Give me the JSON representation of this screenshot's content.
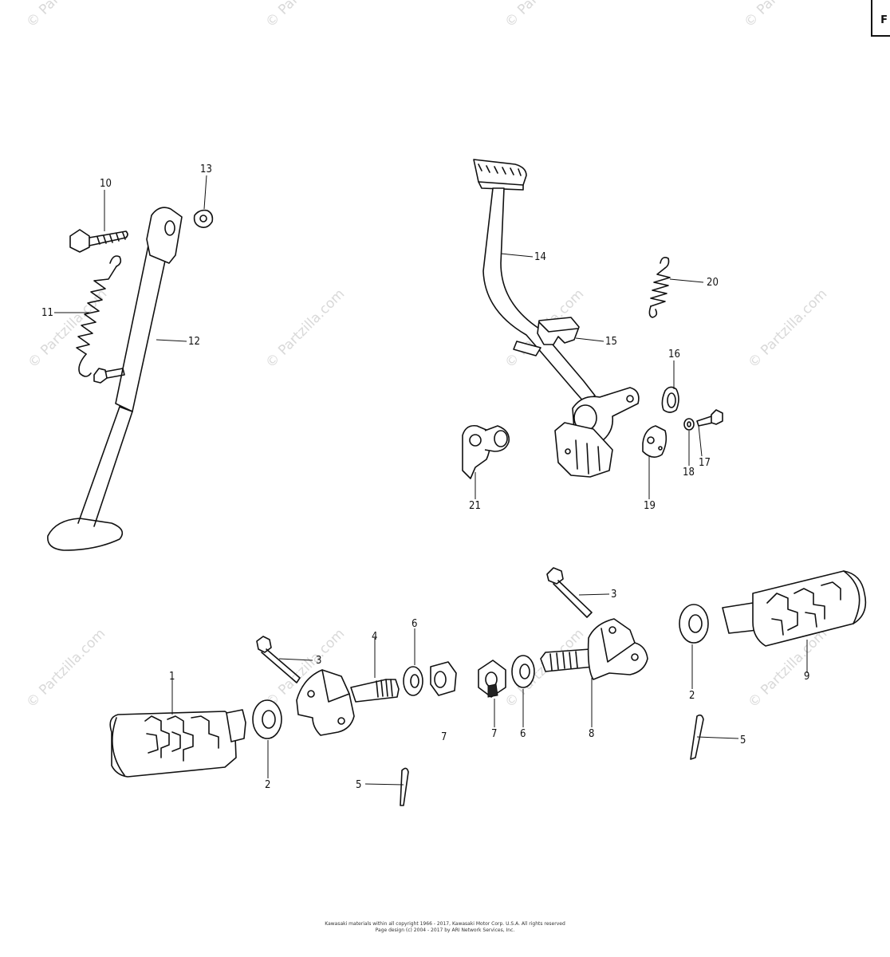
{
  "page_marker": "F",
  "watermark": "© Partzilla.com",
  "callouts": [
    "10",
    "13",
    "11",
    "12",
    "14",
    "20",
    "15",
    "16",
    "17",
    "18",
    "19",
    "21",
    "3",
    "1",
    "2",
    "3",
    "4",
    "6",
    "7",
    "7",
    "6",
    "8",
    "2",
    "9",
    "5",
    "5"
  ],
  "footer": {
    "line1": "Kawasaki materials within all copyright 1966 - 2017, Kawasaki Motor Corp. U.S.A. All rights reserved",
    "line2": "Page design (c) 2004 - 2017 by ARI Network Services, Inc."
  }
}
